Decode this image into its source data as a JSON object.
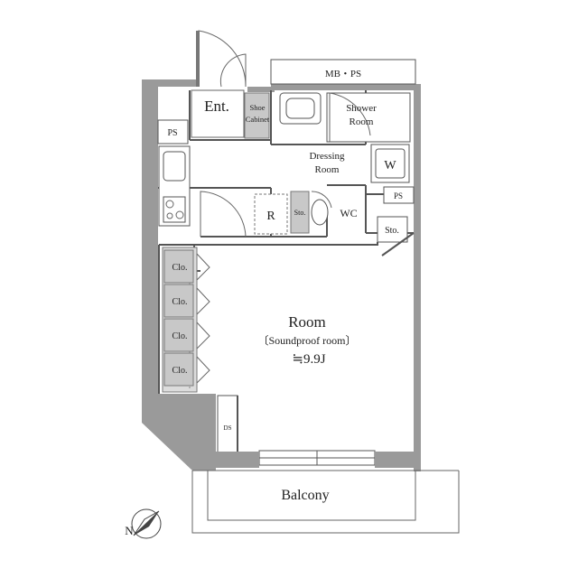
{
  "plan": {
    "labels": {
      "mb_ps": "MB・PS",
      "entrance": "Ent.",
      "shoe_cabinet_1": "Shoe",
      "shoe_cabinet_2": "Cabinet",
      "shower_room_1": "Shower",
      "shower_room_2": "Room",
      "ps_left": "PS",
      "dressing_room_1": "Dressing",
      "dressing_room_2": "Room",
      "washer": "W",
      "ps_right": "PS",
      "refrigerator": "R",
      "storage_wc": "Sto.",
      "wc": "WC",
      "storage_right": "Sto.",
      "closets": [
        "Clo.",
        "Clo.",
        "Clo.",
        "Clo."
      ],
      "room_name": "Room",
      "room_note": "〔Soundproof room〕",
      "room_size": "≒9.9J",
      "ds": "DS",
      "balcony": "Balcony",
      "north": "N"
    }
  }
}
